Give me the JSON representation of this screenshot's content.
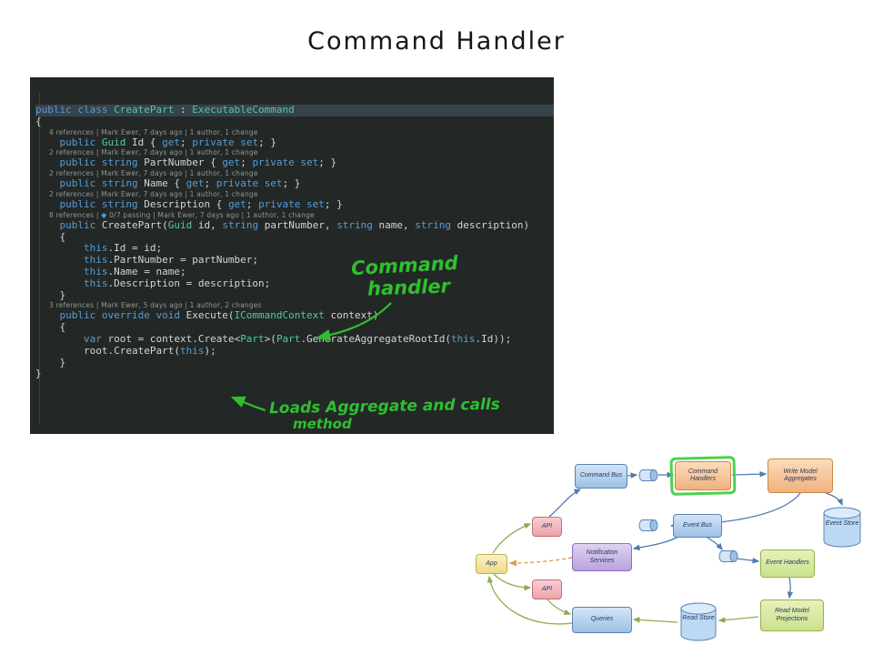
{
  "title": "Command Handler",
  "annotations": {
    "line1": "Command",
    "line2": "handler",
    "line3": "Loads Aggregate and calls",
    "line4": "method",
    "ink_color": "#2fbf2f"
  },
  "colors": {
    "editor_bg": "#232826",
    "keyword": "#569cd6",
    "type": "#4ec9b0",
    "plain": "#d4d4d4",
    "codelens": "#8f9794",
    "highlight_box": "#4ad34a",
    "arrow_blue": "#4f7bb0",
    "arrow_green": "#8aad4f",
    "arrow_orange": "#e09a50"
  },
  "code": {
    "lines": [
      {
        "kind": "code",
        "hl": true,
        "tok": [
          [
            "public class ",
            "k"
          ],
          [
            "CreatePart",
            "t"
          ],
          [
            " : ",
            "p"
          ],
          [
            "ExecutableCommand",
            "t"
          ]
        ]
      },
      {
        "kind": "code",
        "tok": [
          [
            "{",
            "p"
          ]
        ]
      },
      {
        "kind": "lens",
        "tok": [
          [
            "4 references | Mark Ewer, 7 days ago | 1 author, 1 change",
            "l"
          ]
        ]
      },
      {
        "kind": "code",
        "tok": [
          [
            "    ",
            "p"
          ],
          [
            "public ",
            "k"
          ],
          [
            "Guid",
            "t"
          ],
          [
            " Id { ",
            "p"
          ],
          [
            "get",
            "k"
          ],
          [
            "; ",
            "p"
          ],
          [
            "private",
            "k"
          ],
          [
            " ",
            "p"
          ],
          [
            "set",
            "k"
          ],
          [
            "; }",
            "p"
          ]
        ]
      },
      {
        "kind": "lens",
        "tok": [
          [
            "2 references | Mark Ewer, 7 days ago | 1 author, 1 change",
            "l"
          ]
        ]
      },
      {
        "kind": "code",
        "tok": [
          [
            "    ",
            "p"
          ],
          [
            "public string",
            "k"
          ],
          [
            " PartNumber { ",
            "p"
          ],
          [
            "get",
            "k"
          ],
          [
            "; ",
            "p"
          ],
          [
            "private",
            "k"
          ],
          [
            " ",
            "p"
          ],
          [
            "set",
            "k"
          ],
          [
            "; }",
            "p"
          ]
        ]
      },
      {
        "kind": "lens",
        "tok": [
          [
            "2 references | Mark Ewer, 7 days ago | 1 author, 1 change",
            "l"
          ]
        ]
      },
      {
        "kind": "code",
        "tok": [
          [
            "    ",
            "p"
          ],
          [
            "public string",
            "k"
          ],
          [
            " Name { ",
            "p"
          ],
          [
            "get",
            "k"
          ],
          [
            "; ",
            "p"
          ],
          [
            "private",
            "k"
          ],
          [
            " ",
            "p"
          ],
          [
            "set",
            "k"
          ],
          [
            "; }",
            "p"
          ]
        ]
      },
      {
        "kind": "lens",
        "tok": [
          [
            "2 references | Mark Ewer, 7 days ago | 1 author, 1 change",
            "l"
          ]
        ]
      },
      {
        "kind": "code",
        "tok": [
          [
            "    ",
            "p"
          ],
          [
            "public string",
            "k"
          ],
          [
            " Description { ",
            "p"
          ],
          [
            "get",
            "k"
          ],
          [
            "; ",
            "p"
          ],
          [
            "private",
            "k"
          ],
          [
            " ",
            "p"
          ],
          [
            "set",
            "k"
          ],
          [
            "; }",
            "p"
          ]
        ]
      },
      {
        "kind": "lens",
        "tok": [
          [
            "8 references | ",
            "l"
          ],
          [
            "◆",
            "ti"
          ],
          [
            " 0/7 passing | Mark Ewer, 7 days ago | 1 author, 1 change",
            "l"
          ]
        ]
      },
      {
        "kind": "code",
        "tok": [
          [
            "    ",
            "p"
          ],
          [
            "public ",
            "k"
          ],
          [
            "CreatePart(",
            "p"
          ],
          [
            "Guid",
            "t"
          ],
          [
            " id, ",
            "p"
          ],
          [
            "string",
            "k"
          ],
          [
            " partNumber, ",
            "p"
          ],
          [
            "string",
            "k"
          ],
          [
            " name, ",
            "p"
          ],
          [
            "string",
            "k"
          ],
          [
            " description)",
            "p"
          ]
        ]
      },
      {
        "kind": "code",
        "tok": [
          [
            "    {",
            "p"
          ]
        ]
      },
      {
        "kind": "code",
        "tok": [
          [
            "        ",
            "p"
          ],
          [
            "this",
            "k"
          ],
          [
            ".Id = id;",
            "p"
          ]
        ]
      },
      {
        "kind": "code",
        "tok": [
          [
            "        ",
            "p"
          ],
          [
            "this",
            "k"
          ],
          [
            ".PartNumber = partNumber;",
            "p"
          ]
        ]
      },
      {
        "kind": "code",
        "tok": [
          [
            "        ",
            "p"
          ],
          [
            "this",
            "k"
          ],
          [
            ".Name = name;",
            "p"
          ]
        ]
      },
      {
        "kind": "code",
        "tok": [
          [
            "        ",
            "p"
          ],
          [
            "this",
            "k"
          ],
          [
            ".Description = description;",
            "p"
          ]
        ]
      },
      {
        "kind": "code",
        "tok": [
          [
            "    }",
            "p"
          ]
        ]
      },
      {
        "kind": "lens",
        "tok": [
          [
            "3 references | Mark Ewer, 5 days ago | 1 author, 2 changes",
            "l"
          ]
        ]
      },
      {
        "kind": "code",
        "tok": [
          [
            "    ",
            "p"
          ],
          [
            "public override void",
            "k"
          ],
          [
            " Execute(",
            "p"
          ],
          [
            "ICommandContext",
            "t"
          ],
          [
            " context)",
            "p"
          ]
        ]
      },
      {
        "kind": "code",
        "tok": [
          [
            "    {",
            "p"
          ]
        ]
      },
      {
        "kind": "code",
        "tok": [
          [
            "        ",
            "p"
          ],
          [
            "var",
            "k"
          ],
          [
            " root = context.Create<",
            "p"
          ],
          [
            "Part",
            "t"
          ],
          [
            ">(",
            "p"
          ],
          [
            "Part",
            "t"
          ],
          [
            ".GenerateAggregateRootId(",
            "p"
          ],
          [
            "this",
            "k"
          ],
          [
            ".Id));",
            "p"
          ]
        ]
      },
      {
        "kind": "code",
        "tok": [
          [
            "        root.CreatePart(",
            "p"
          ],
          [
            "this",
            "k"
          ],
          [
            ");",
            "p"
          ]
        ]
      },
      {
        "kind": "code",
        "tok": [
          [
            "    }",
            "p"
          ]
        ]
      },
      {
        "kind": "code",
        "tok": [
          [
            "}",
            "p"
          ]
        ]
      }
    ]
  },
  "diagram": {
    "nodes": [
      {
        "id": "command-bus",
        "label": "Command Bus"
      },
      {
        "id": "command-handlers",
        "label": "Command Handlers",
        "highlighted": true
      },
      {
        "id": "write-model-aggregates",
        "label": "Write Model Aggregates"
      },
      {
        "id": "event-store",
        "label": "Event Store"
      },
      {
        "id": "api-command",
        "label": "API"
      },
      {
        "id": "event-bus",
        "label": "Event Bus"
      },
      {
        "id": "notification-services",
        "label": "Notification Services"
      },
      {
        "id": "app",
        "label": "App"
      },
      {
        "id": "event-handlers",
        "label": "Event Handlers"
      },
      {
        "id": "api-query",
        "label": "API"
      },
      {
        "id": "queries",
        "label": "Queries"
      },
      {
        "id": "read-store",
        "label": "Read Store"
      },
      {
        "id": "read-model-projections",
        "label": "Read Model Projections"
      }
    ]
  }
}
